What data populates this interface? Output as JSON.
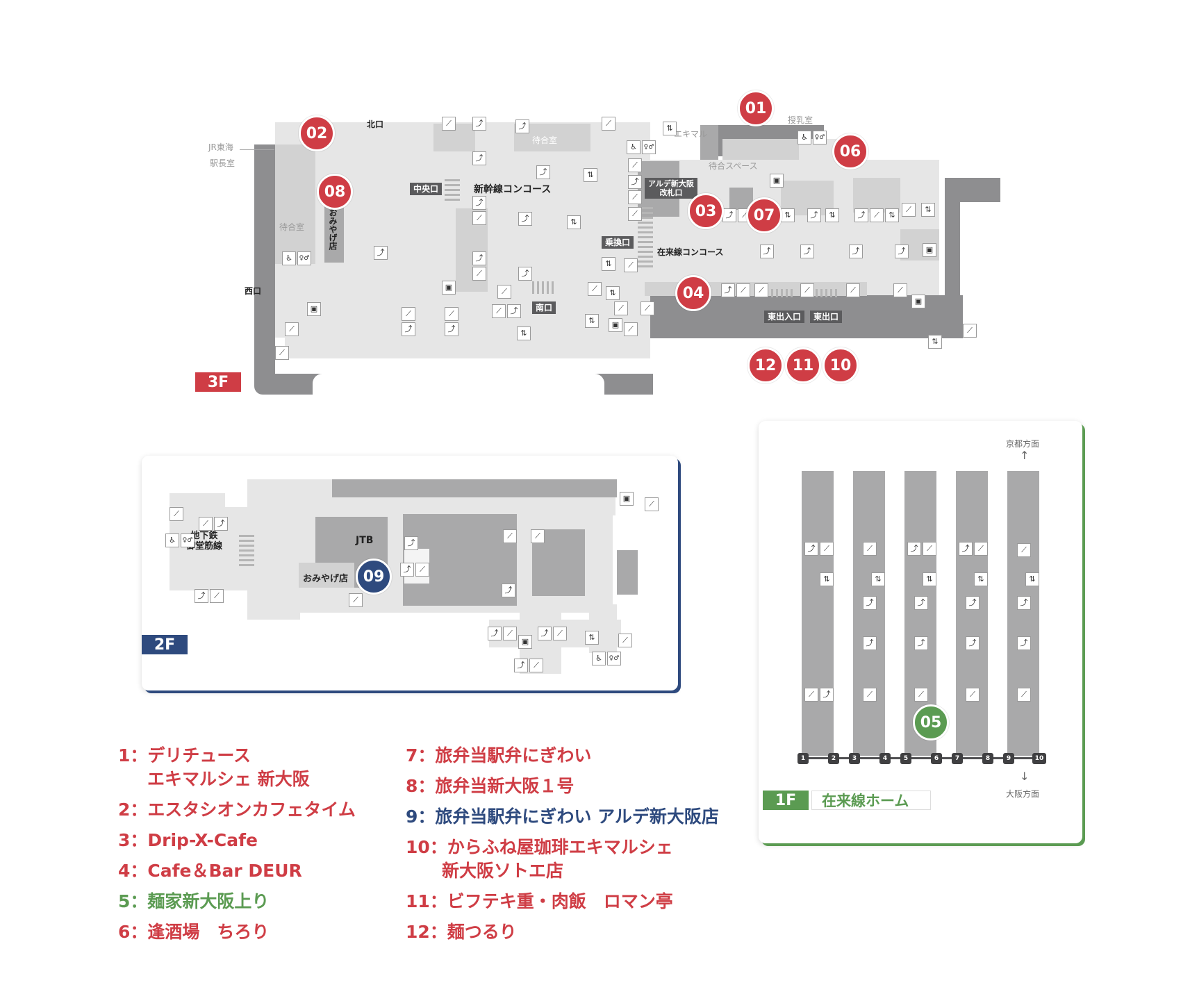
{
  "floors": {
    "f3": "3F",
    "f2": "2F",
    "f1": "1F"
  },
  "f3_labels": {
    "north_exit": "北口",
    "west_exit": "西口",
    "jr_tokai": "JR東海",
    "station_master": "駅長室",
    "waiting_room_1": "待合室",
    "waiting_room_2": "待合室",
    "central_exit": "中央口",
    "shinkansen_concourse": "新幹線コンコース",
    "omiyage_shop": "おみやげ店",
    "ekimaru": "エキマル",
    "nursing_room": "授乳室",
    "waiting_space": "待合スペース",
    "alde_gate": "アルデ新大阪\n改札口",
    "transfer_exit": "乗換口",
    "conventional_concourse": "在来線コンコース",
    "south_exit": "南口",
    "east_entrance": "東出入口",
    "east_exit": "東出口"
  },
  "f2_labels": {
    "subway": "地下鉄\n御堂筋線",
    "jtb": "JTB",
    "omiyage_shop": "おみやげ店"
  },
  "f1_labels": {
    "kyoto_direction": "京都方面",
    "osaka_direction": "大阪方面",
    "platform_title": "在来線ホーム",
    "arrow_up": "↑",
    "arrow_down": "↓",
    "tracks": [
      "1",
      "2",
      "3",
      "4",
      "5",
      "6",
      "7",
      "8",
      "9",
      "10"
    ]
  },
  "markers": {
    "m01": "01",
    "m02": "02",
    "m03": "03",
    "m04": "04",
    "m05": "05",
    "m06": "06",
    "m07": "07",
    "m08": "08",
    "m09": "09",
    "m10": "10",
    "m11": "11",
    "m12": "12"
  },
  "legend": [
    {
      "num": "1：",
      "text": "デリチュース",
      "text2": "エキマルシェ 新大阪",
      "color": "red"
    },
    {
      "num": "2：",
      "text": "エスタシオンカフェタイム",
      "color": "red"
    },
    {
      "num": "3：",
      "text": "Drip-X-Cafe",
      "color": "red"
    },
    {
      "num": "4：",
      "text": "Cafe＆Bar DEUR",
      "color": "red"
    },
    {
      "num": "5：",
      "text": "麺家新大阪上り",
      "color": "green"
    },
    {
      "num": "6：",
      "text": "逢酒場　ちろり",
      "color": "red"
    },
    {
      "num": "7：",
      "text": "旅弁当駅弁にぎわい",
      "color": "red"
    },
    {
      "num": "8：",
      "text": "旅弁当新大阪１号",
      "color": "red"
    },
    {
      "num": "9：",
      "text": "旅弁当駅弁にぎわい アルデ新大阪店",
      "color": "blue"
    },
    {
      "num": "10：",
      "text": "からふね屋珈琲エキマルシェ",
      "text2": "新大阪ソトエ店",
      "color": "red"
    },
    {
      "num": "11：",
      "text": "ビフテキ重・肉飯　ロマン亭",
      "color": "red"
    },
    {
      "num": "12：",
      "text": "麺つるり",
      "color": "red"
    }
  ],
  "icons": {
    "stairs": "⟋",
    "escalator": "⤴",
    "elevator": "⇅",
    "wheelchair": "♿",
    "restroom": "♀♂",
    "locker": "▣"
  },
  "colors": {
    "red": "#cf3d45",
    "blue": "#2e4a7e",
    "green": "#5b9b52"
  }
}
